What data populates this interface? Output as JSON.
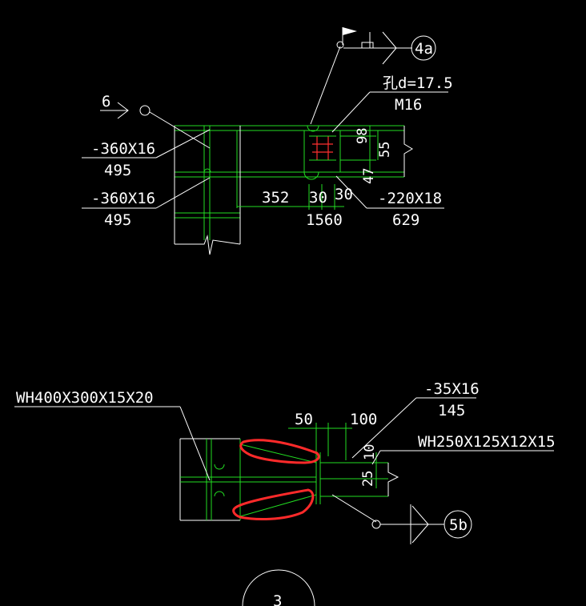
{
  "top_detail": {
    "weld_size": "6",
    "plate_a_size": "-360X16",
    "plate_a_len": "495",
    "plate_b_size": "-360X16",
    "plate_b_len": "495",
    "hole_label": "孔d=17.5",
    "bolt_label": "M16",
    "dim_98": "98",
    "dim_55": "55",
    "dim_47": "47",
    "dim_352": "352",
    "dim_30a": "30",
    "dim_30b": "30",
    "dim_1560": "1560",
    "plate_c_size": "-220X18",
    "plate_c_len": "629",
    "bubble_4a": "4a"
  },
  "bottom_detail": {
    "main_beam": "WH400X300X15X20",
    "dim_50": "50",
    "dim_100": "100",
    "plate_size": "-35X16",
    "plate_len": "145",
    "sec_beam": "WH250X125X12X15",
    "dim_10": "10",
    "dim_25": "25",
    "bubble_5b": "5b",
    "section_mark": "3"
  },
  "colors": {
    "background": "#000000",
    "annotation": "#ffffff",
    "geometry": "#22dd22",
    "markup": "#ff2a2a"
  }
}
